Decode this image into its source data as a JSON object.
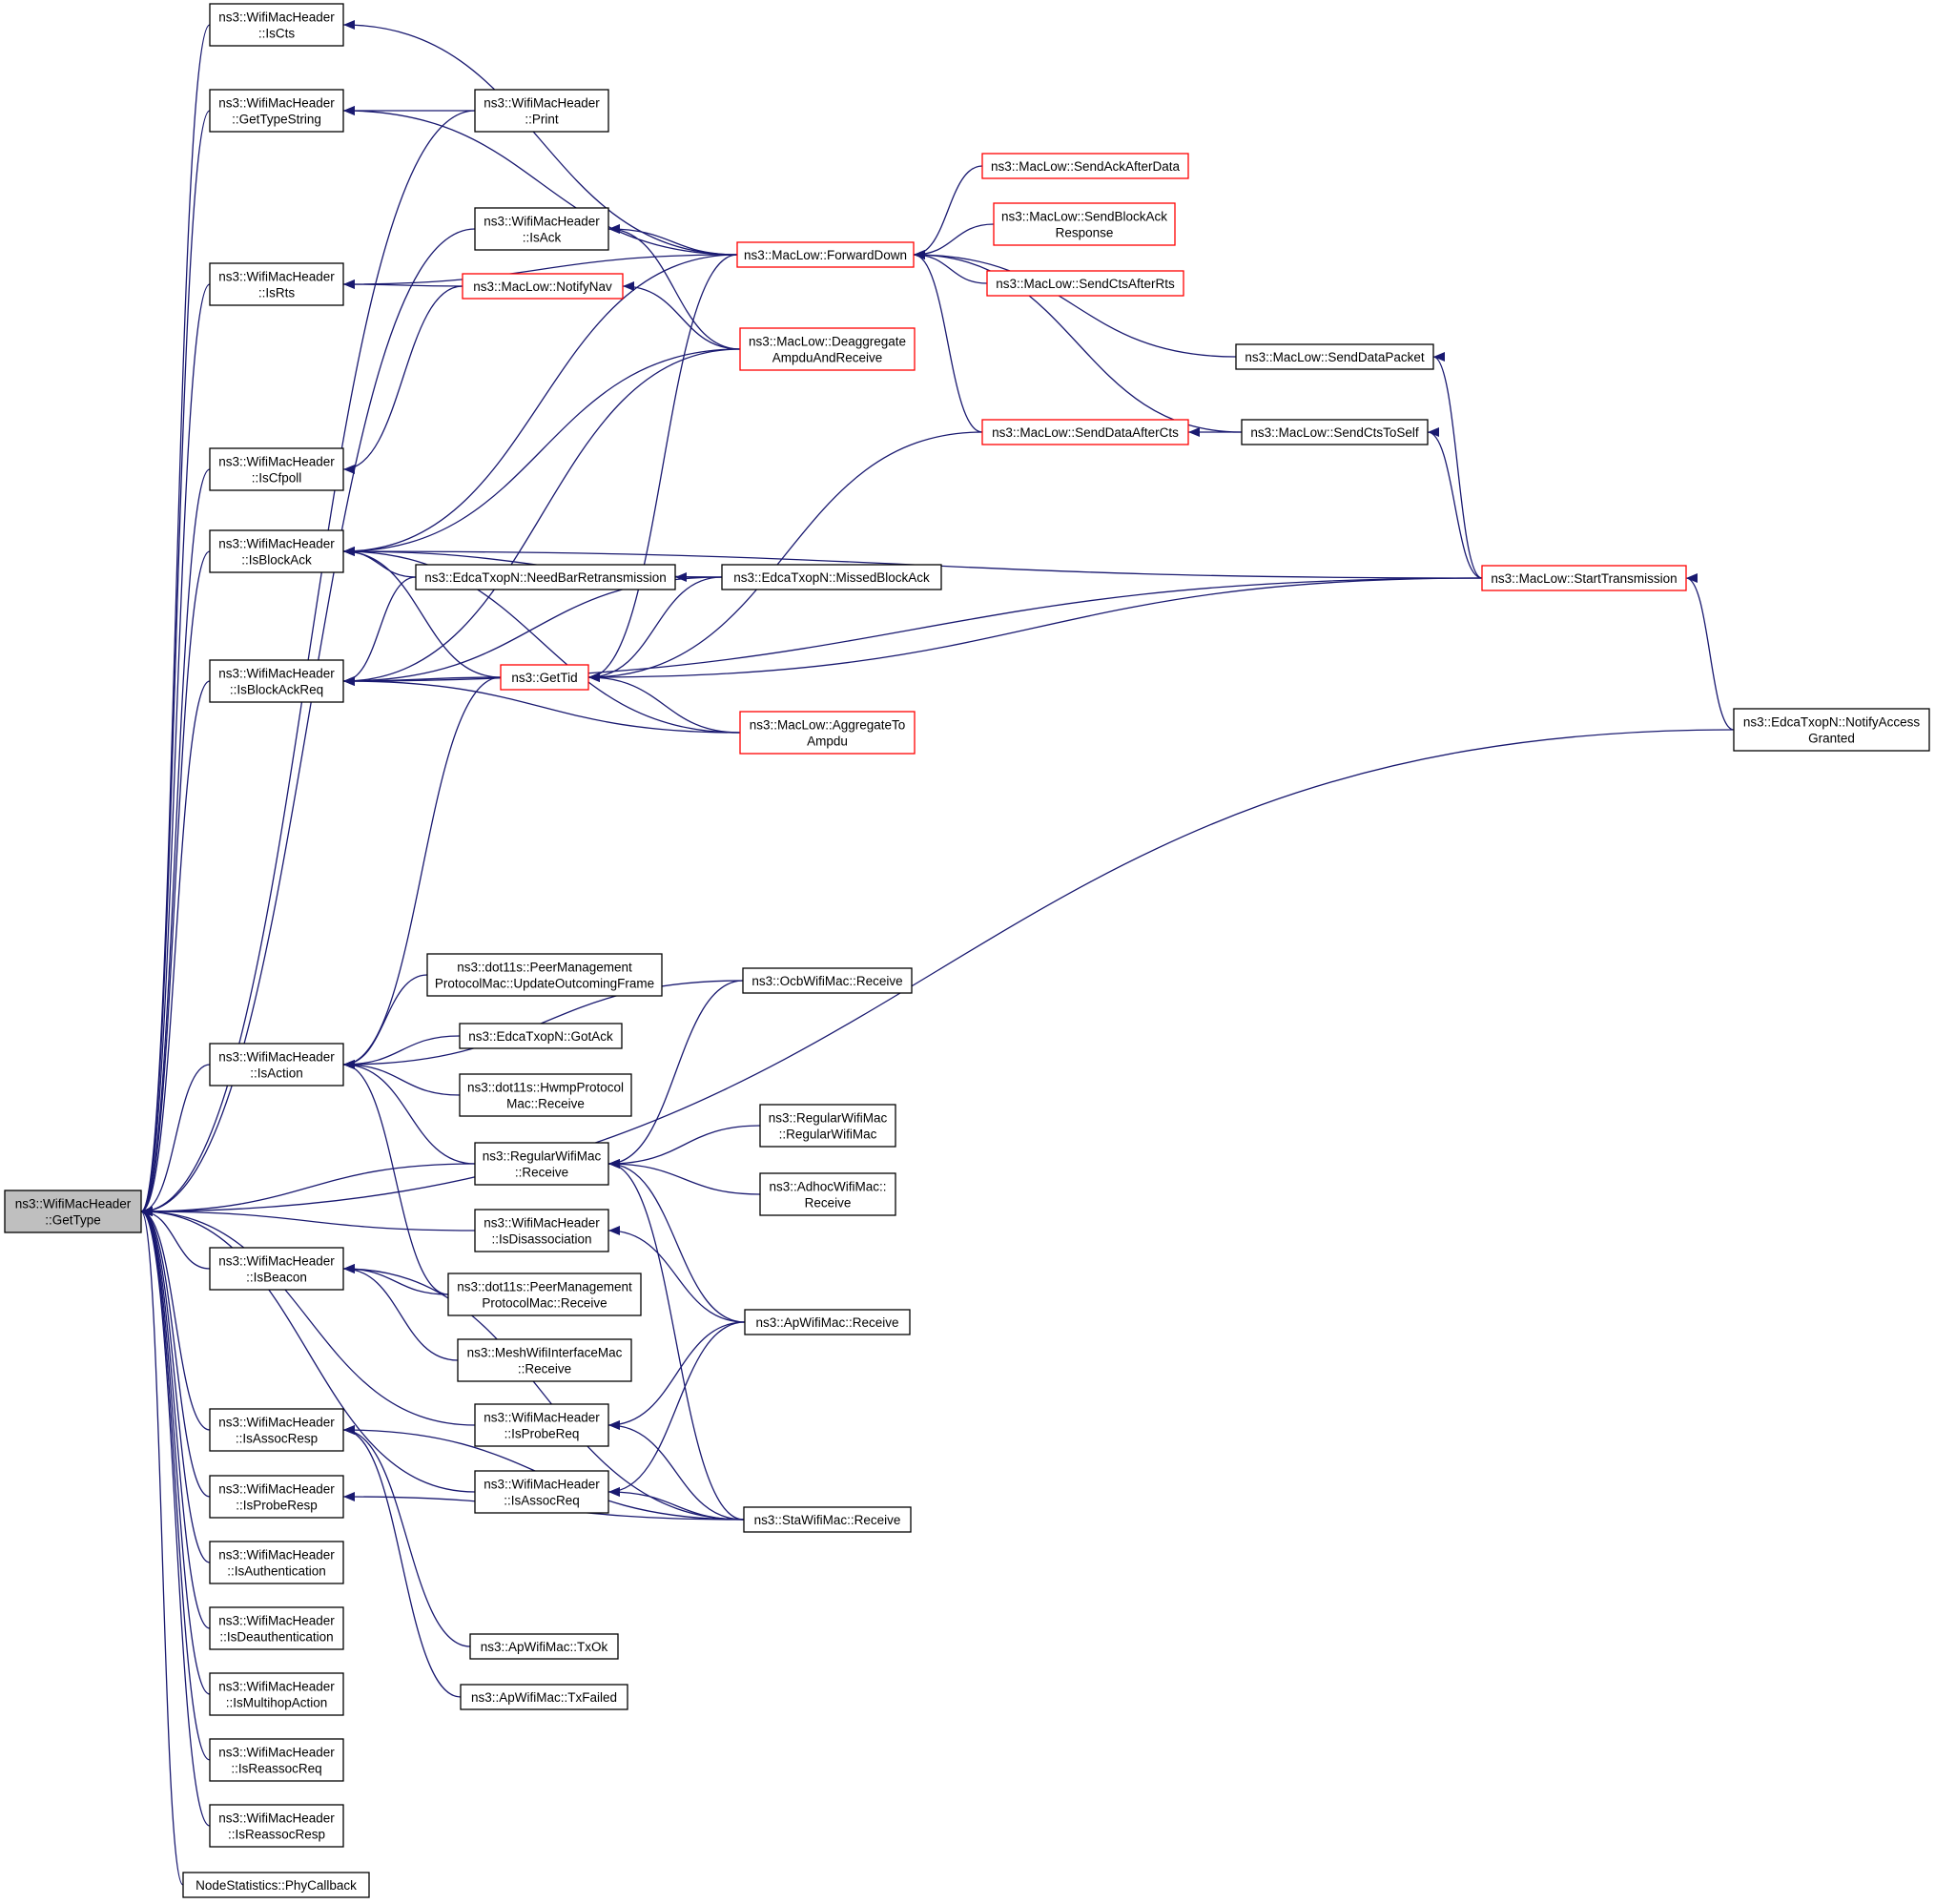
{
  "colors": {
    "edge": "#191970",
    "border_normal": "#000000",
    "border_truncated": "#ff0000",
    "focus_fill": "#bfbfbf",
    "node_fill": "#ffffff"
  },
  "nodes": [
    {
      "id": "GetType",
      "lines": [
        "ns3::WifiMacHeader",
        "::GetType"
      ],
      "style": "focus"
    },
    {
      "id": "IsCts",
      "lines": [
        "ns3::WifiMacHeader",
        "::IsCts"
      ],
      "style": "normal"
    },
    {
      "id": "GetTypeString",
      "lines": [
        "ns3::WifiMacHeader",
        "::GetTypeString"
      ],
      "style": "normal"
    },
    {
      "id": "Print",
      "lines": [
        "ns3::WifiMacHeader",
        "::Print"
      ],
      "style": "normal"
    },
    {
      "id": "IsRts",
      "lines": [
        "ns3::WifiMacHeader",
        "::IsRts"
      ],
      "style": "normal"
    },
    {
      "id": "IsAck",
      "lines": [
        "ns3::WifiMacHeader",
        "::IsAck"
      ],
      "style": "normal"
    },
    {
      "id": "NotifyNav",
      "lines": [
        "ns3::MacLow::NotifyNav"
      ],
      "style": "truncated"
    },
    {
      "id": "IsCfpoll",
      "lines": [
        "ns3::WifiMacHeader",
        "::IsCfpoll"
      ],
      "style": "normal"
    },
    {
      "id": "IsBlockAck",
      "lines": [
        "ns3::WifiMacHeader",
        "::IsBlockAck"
      ],
      "style": "normal"
    },
    {
      "id": "IsBlockAckReq",
      "lines": [
        "ns3::WifiMacHeader",
        "::IsBlockAckReq"
      ],
      "style": "normal"
    },
    {
      "id": "NeedBarRetransmission",
      "lines": [
        "ns3::EdcaTxopN::NeedBarRetransmission"
      ],
      "style": "normal"
    },
    {
      "id": "MissedBlockAck",
      "lines": [
        "ns3::EdcaTxopN::MissedBlockAck"
      ],
      "style": "normal"
    },
    {
      "id": "GetTid",
      "lines": [
        "ns3::GetTid"
      ],
      "style": "truncated"
    },
    {
      "id": "ForwardDown",
      "lines": [
        "ns3::MacLow::ForwardDown"
      ],
      "style": "truncated"
    },
    {
      "id": "DeaggregateAmpduAndReceive",
      "lines": [
        "ns3::MacLow::Deaggregate",
        "AmpduAndReceive"
      ],
      "style": "truncated"
    },
    {
      "id": "AggregateToAmpdu",
      "lines": [
        "ns3::MacLow::AggregateTo",
        "Ampdu"
      ],
      "style": "truncated"
    },
    {
      "id": "SendAckAfterData",
      "lines": [
        "ns3::MacLow::SendAckAfterData"
      ],
      "style": "truncated"
    },
    {
      "id": "SendBlockAckResponse",
      "lines": [
        "ns3::MacLow::SendBlockAck",
        "Response"
      ],
      "style": "truncated"
    },
    {
      "id": "SendCtsAfterRts",
      "lines": [
        "ns3::MacLow::SendCtsAfterRts"
      ],
      "style": "truncated"
    },
    {
      "id": "SendDataPacket",
      "lines": [
        "ns3::MacLow::SendDataPacket"
      ],
      "style": "normal"
    },
    {
      "id": "SendDataAfterCts",
      "lines": [
        "ns3::MacLow::SendDataAfterCts"
      ],
      "style": "truncated"
    },
    {
      "id": "SendCtsToSelf",
      "lines": [
        "ns3::MacLow::SendCtsToSelf"
      ],
      "style": "normal"
    },
    {
      "id": "StartTransmission",
      "lines": [
        "ns3::MacLow::StartTransmission"
      ],
      "style": "truncated"
    },
    {
      "id": "NotifyAccessGranted",
      "lines": [
        "ns3::EdcaTxopN::NotifyAccess",
        "Granted"
      ],
      "style": "normal"
    },
    {
      "id": "IsAction",
      "lines": [
        "ns3::WifiMacHeader",
        "::IsAction"
      ],
      "style": "normal"
    },
    {
      "id": "UpdateOutcomingFrame",
      "lines": [
        "ns3::dot11s::PeerManagement",
        "ProtocolMac::UpdateOutcomingFrame"
      ],
      "style": "normal"
    },
    {
      "id": "GotAck",
      "lines": [
        "ns3::EdcaTxopN::GotAck"
      ],
      "style": "normal"
    },
    {
      "id": "HwmpReceive",
      "lines": [
        "ns3::dot11s::HwmpProtocol",
        "Mac::Receive"
      ],
      "style": "normal"
    },
    {
      "id": "RegularReceive",
      "lines": [
        "ns3::RegularWifiMac",
        "::Receive"
      ],
      "style": "normal"
    },
    {
      "id": "OcbReceive",
      "lines": [
        "ns3::OcbWifiMac::Receive"
      ],
      "style": "normal"
    },
    {
      "id": "RegularCtor",
      "lines": [
        "ns3::RegularWifiMac",
        "::RegularWifiMac"
      ],
      "style": "normal"
    },
    {
      "id": "AdhocReceive",
      "lines": [
        "ns3::AdhocWifiMac::",
        "Receive"
      ],
      "style": "normal"
    },
    {
      "id": "IsDisassociation",
      "lines": [
        "ns3::WifiMacHeader",
        "::IsDisassociation"
      ],
      "style": "normal"
    },
    {
      "id": "IsBeacon",
      "lines": [
        "ns3::WifiMacHeader",
        "::IsBeacon"
      ],
      "style": "normal"
    },
    {
      "id": "PeerMgmtReceive",
      "lines": [
        "ns3::dot11s::PeerManagement",
        "ProtocolMac::Receive"
      ],
      "style": "normal"
    },
    {
      "id": "MeshReceive",
      "lines": [
        "ns3::MeshWifiInterfaceMac",
        "::Receive"
      ],
      "style": "normal"
    },
    {
      "id": "ApReceive",
      "lines": [
        "ns3::ApWifiMac::Receive"
      ],
      "style": "normal"
    },
    {
      "id": "IsProbeReq",
      "lines": [
        "ns3::WifiMacHeader",
        "::IsProbeReq"
      ],
      "style": "normal"
    },
    {
      "id": "IsAssocReq",
      "lines": [
        "ns3::WifiMacHeader",
        "::IsAssocReq"
      ],
      "style": "normal"
    },
    {
      "id": "StaReceive",
      "lines": [
        "ns3::StaWifiMac::Receive"
      ],
      "style": "normal"
    },
    {
      "id": "IsAssocResp",
      "lines": [
        "ns3::WifiMacHeader",
        "::IsAssocResp"
      ],
      "style": "normal"
    },
    {
      "id": "IsProbeResp",
      "lines": [
        "ns3::WifiMacHeader",
        "::IsProbeResp"
      ],
      "style": "normal"
    },
    {
      "id": "IsAuthentication",
      "lines": [
        "ns3::WifiMacHeader",
        "::IsAuthentication"
      ],
      "style": "normal"
    },
    {
      "id": "IsDeauthentication",
      "lines": [
        "ns3::WifiMacHeader",
        "::IsDeauthentication"
      ],
      "style": "normal"
    },
    {
      "id": "IsMultihopAction",
      "lines": [
        "ns3::WifiMacHeader",
        "::IsMultihopAction"
      ],
      "style": "normal"
    },
    {
      "id": "IsReassocReq",
      "lines": [
        "ns3::WifiMacHeader",
        "::IsReassocReq"
      ],
      "style": "normal"
    },
    {
      "id": "IsReassocResp",
      "lines": [
        "ns3::WifiMacHeader",
        "::IsReassocResp"
      ],
      "style": "normal"
    },
    {
      "id": "TxOk",
      "lines": [
        "ns3::ApWifiMac::TxOk"
      ],
      "style": "normal"
    },
    {
      "id": "TxFailed",
      "lines": [
        "ns3::ApWifiMac::TxFailed"
      ],
      "style": "normal"
    },
    {
      "id": "PhyCallback",
      "lines": [
        "NodeStatistics::PhyCallback"
      ],
      "style": "normal"
    }
  ],
  "edges": [
    [
      "GetType",
      "IsCts"
    ],
    [
      "GetType",
      "GetTypeString"
    ],
    [
      "GetType",
      "Print"
    ],
    [
      "GetType",
      "IsRts"
    ],
    [
      "GetType",
      "IsAck"
    ],
    [
      "GetType",
      "IsCfpoll"
    ],
    [
      "GetType",
      "IsBlockAck"
    ],
    [
      "GetType",
      "IsBlockAckReq"
    ],
    [
      "GetType",
      "NotifyAccessGranted"
    ],
    [
      "GetType",
      "IsAction"
    ],
    [
      "GetType",
      "RegularReceive"
    ],
    [
      "GetType",
      "IsDisassociation"
    ],
    [
      "GetType",
      "IsBeacon"
    ],
    [
      "GetType",
      "IsProbeReq"
    ],
    [
      "GetType",
      "IsAssocReq"
    ],
    [
      "GetType",
      "IsAssocResp"
    ],
    [
      "GetType",
      "IsProbeResp"
    ],
    [
      "GetType",
      "IsAuthentication"
    ],
    [
      "GetType",
      "IsDeauthentication"
    ],
    [
      "GetType",
      "IsMultihopAction"
    ],
    [
      "GetType",
      "IsReassocReq"
    ],
    [
      "GetType",
      "IsReassocResp"
    ],
    [
      "GetType",
      "PhyCallback"
    ],
    [
      "IsCts",
      "ForwardDown"
    ],
    [
      "GetTypeString",
      "Print"
    ],
    [
      "GetTypeString",
      "ForwardDown"
    ],
    [
      "IsRts",
      "ForwardDown"
    ],
    [
      "IsRts",
      "NotifyNav"
    ],
    [
      "IsAck",
      "ForwardDown"
    ],
    [
      "IsAck",
      "DeaggregateAmpduAndReceive"
    ],
    [
      "IsCfpoll",
      "NotifyNav"
    ],
    [
      "NotifyNav",
      "DeaggregateAmpduAndReceive"
    ],
    [
      "IsBlockAck",
      "ForwardDown"
    ],
    [
      "IsBlockAck",
      "DeaggregateAmpduAndReceive"
    ],
    [
      "IsBlockAck",
      "NeedBarRetransmission"
    ],
    [
      "IsBlockAck",
      "MissedBlockAck"
    ],
    [
      "IsBlockAck",
      "GetTid"
    ],
    [
      "IsBlockAck",
      "AggregateToAmpdu"
    ],
    [
      "IsBlockAck",
      "StartTransmission"
    ],
    [
      "IsBlockAckReq",
      "DeaggregateAmpduAndReceive"
    ],
    [
      "IsBlockAckReq",
      "NeedBarRetransmission"
    ],
    [
      "IsBlockAckReq",
      "MissedBlockAck"
    ],
    [
      "IsBlockAckReq",
      "GetTid"
    ],
    [
      "IsBlockAckReq",
      "AggregateToAmpdu"
    ],
    [
      "IsBlockAckReq",
      "StartTransmission"
    ],
    [
      "NeedBarRetransmission",
      "MissedBlockAck"
    ],
    [
      "GetTid",
      "ForwardDown"
    ],
    [
      "GetTid",
      "MissedBlockAck"
    ],
    [
      "GetTid",
      "AggregateToAmpdu"
    ],
    [
      "GetTid",
      "SendDataAfterCts"
    ],
    [
      "GetTid",
      "StartTransmission"
    ],
    [
      "ForwardDown",
      "SendAckAfterData"
    ],
    [
      "ForwardDown",
      "SendBlockAckResponse"
    ],
    [
      "ForwardDown",
      "SendCtsAfterRts"
    ],
    [
      "ForwardDown",
      "SendDataPacket"
    ],
    [
      "ForwardDown",
      "SendDataAfterCts"
    ],
    [
      "ForwardDown",
      "SendCtsToSelf"
    ],
    [
      "SendDataAfterCts",
      "SendCtsToSelf"
    ],
    [
      "SendDataPacket",
      "StartTransmission"
    ],
    [
      "SendCtsToSelf",
      "StartTransmission"
    ],
    [
      "StartTransmission",
      "NotifyAccessGranted"
    ],
    [
      "IsAction",
      "GetTid"
    ],
    [
      "IsAction",
      "OcbReceive"
    ],
    [
      "IsAction",
      "UpdateOutcomingFrame"
    ],
    [
      "IsAction",
      "GotAck"
    ],
    [
      "IsAction",
      "HwmpReceive"
    ],
    [
      "IsAction",
      "RegularReceive"
    ],
    [
      "IsAction",
      "PeerMgmtReceive"
    ],
    [
      "RegularReceive",
      "OcbReceive"
    ],
    [
      "RegularReceive",
      "RegularCtor"
    ],
    [
      "RegularReceive",
      "AdhocReceive"
    ],
    [
      "RegularReceive",
      "ApReceive"
    ],
    [
      "RegularReceive",
      "StaReceive"
    ],
    [
      "IsDisassociation",
      "ApReceive"
    ],
    [
      "IsBeacon",
      "PeerMgmtReceive"
    ],
    [
      "IsBeacon",
      "MeshReceive"
    ],
    [
      "IsBeacon",
      "StaReceive"
    ],
    [
      "IsProbeReq",
      "ApReceive"
    ],
    [
      "IsProbeReq",
      "StaReceive"
    ],
    [
      "IsAssocReq",
      "ApReceive"
    ],
    [
      "IsAssocReq",
      "StaReceive"
    ],
    [
      "IsAssocResp",
      "StaReceive"
    ],
    [
      "IsAssocResp",
      "TxOk"
    ],
    [
      "IsAssocResp",
      "TxFailed"
    ],
    [
      "IsProbeResp",
      "StaReceive"
    ]
  ]
}
